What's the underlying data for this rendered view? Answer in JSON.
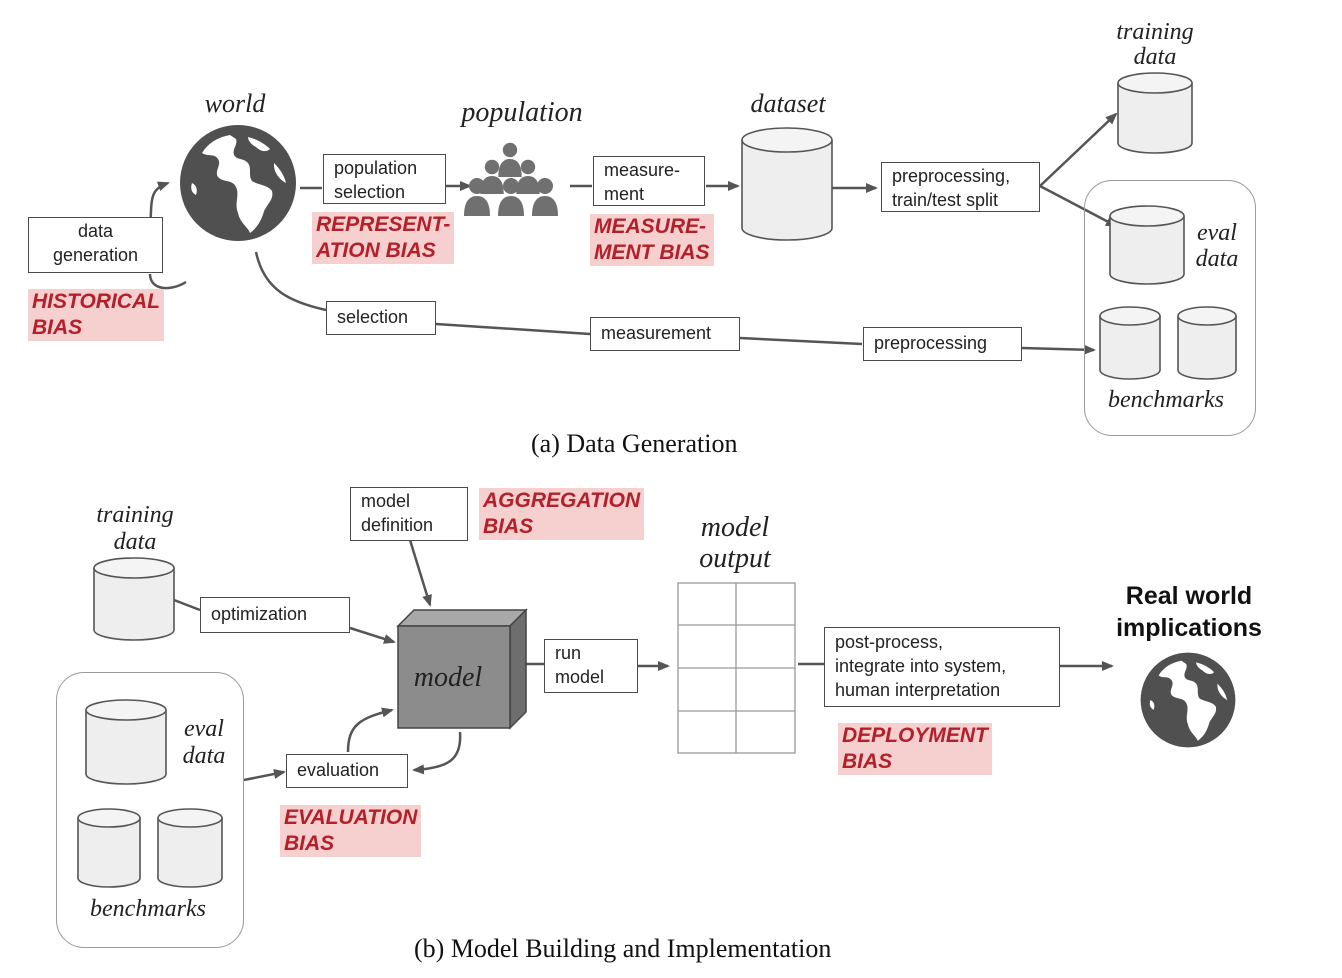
{
  "part_a": {
    "caption": "(a) Data Generation",
    "world_label": "world",
    "population_label": "population",
    "dataset_label": "dataset",
    "training_data_label": [
      "training",
      "data"
    ],
    "eval_data_label": [
      "eval",
      "data"
    ],
    "benchmarks_label": "benchmarks",
    "data_generation_box": [
      "data",
      "generation"
    ],
    "population_selection_box": [
      "population",
      "selection"
    ],
    "measurement_box": [
      "measure-",
      "ment"
    ],
    "preprocessing_box": [
      "preprocessing,",
      "train/test split"
    ],
    "selection_box": "selection",
    "measurement_box2": "measurement",
    "preprocessing_box2": "preprocessing",
    "historical_bias": [
      "HISTORICAL",
      "BIAS"
    ],
    "representation_bias": [
      "REPRESENT-",
      "ATION  BIAS"
    ],
    "measurement_bias": [
      "MEASURE-",
      "MENT BIAS"
    ]
  },
  "part_b": {
    "caption": "(b) Model Building and Implementation",
    "training_data_label": [
      "training",
      "data"
    ],
    "eval_data_label": [
      "eval",
      "data"
    ],
    "benchmarks_label": "benchmarks",
    "model_definition_box": [
      "model",
      "definition"
    ],
    "optimization_box": "optimization",
    "evaluation_box": "evaluation",
    "model_label": "model",
    "run_model_box": [
      "run",
      "model"
    ],
    "model_output_label": [
      "model",
      "output"
    ],
    "post_process_box": [
      "post-process,",
      "integrate into system,",
      "human interpretation"
    ],
    "real_world_label": [
      "Real world",
      "implications"
    ],
    "aggregation_bias": [
      "AGGREGATION",
      "BIAS"
    ],
    "evaluation_bias": [
      "EVALUATION",
      "BIAS"
    ],
    "deployment_bias": [
      "DEPLOYMENT",
      "BIAS"
    ]
  },
  "colors": {
    "bias_text": "#b4202a",
    "bias_highlight": "#f6cfcf",
    "globe": "#505050",
    "model_cube": "#8c8c8c",
    "cylinder_fill": "#eeeeee"
  },
  "icons": [
    "globe-icon",
    "people-icon",
    "cylinder-icon",
    "cube-icon",
    "grid-icon",
    "arrow-icon"
  ]
}
